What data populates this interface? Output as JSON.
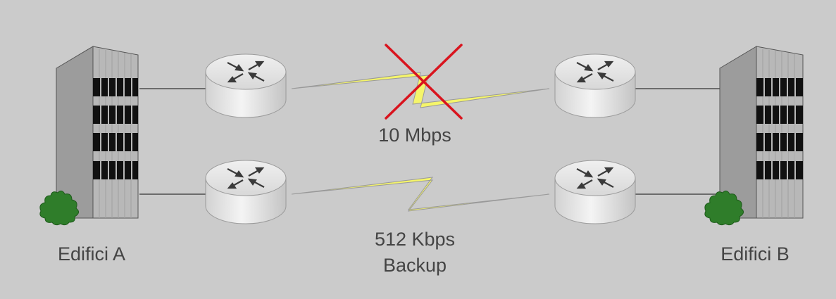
{
  "colors": {
    "background": "#cbcbcb",
    "link_bolt": "#f5f56a",
    "failure_cross": "#d9141e",
    "router_body": "#e0e0e0",
    "building": "#a8a8a8",
    "tree": "#2f7d2a",
    "text": "#444444"
  },
  "buildings": [
    {
      "label": "Edifici A",
      "icon": "office-building-icon"
    },
    {
      "label": "Edifici B",
      "icon": "office-building-icon"
    }
  ],
  "links": [
    {
      "label": "10 Mbps",
      "status": "failed",
      "icon": "lightning-link-icon"
    },
    {
      "label_lines": [
        "512 Kbps",
        "Backup"
      ],
      "status": "active",
      "icon": "lightning-link-icon"
    }
  ],
  "routers": [
    "router-icon",
    "router-icon",
    "router-icon",
    "router-icon"
  ]
}
